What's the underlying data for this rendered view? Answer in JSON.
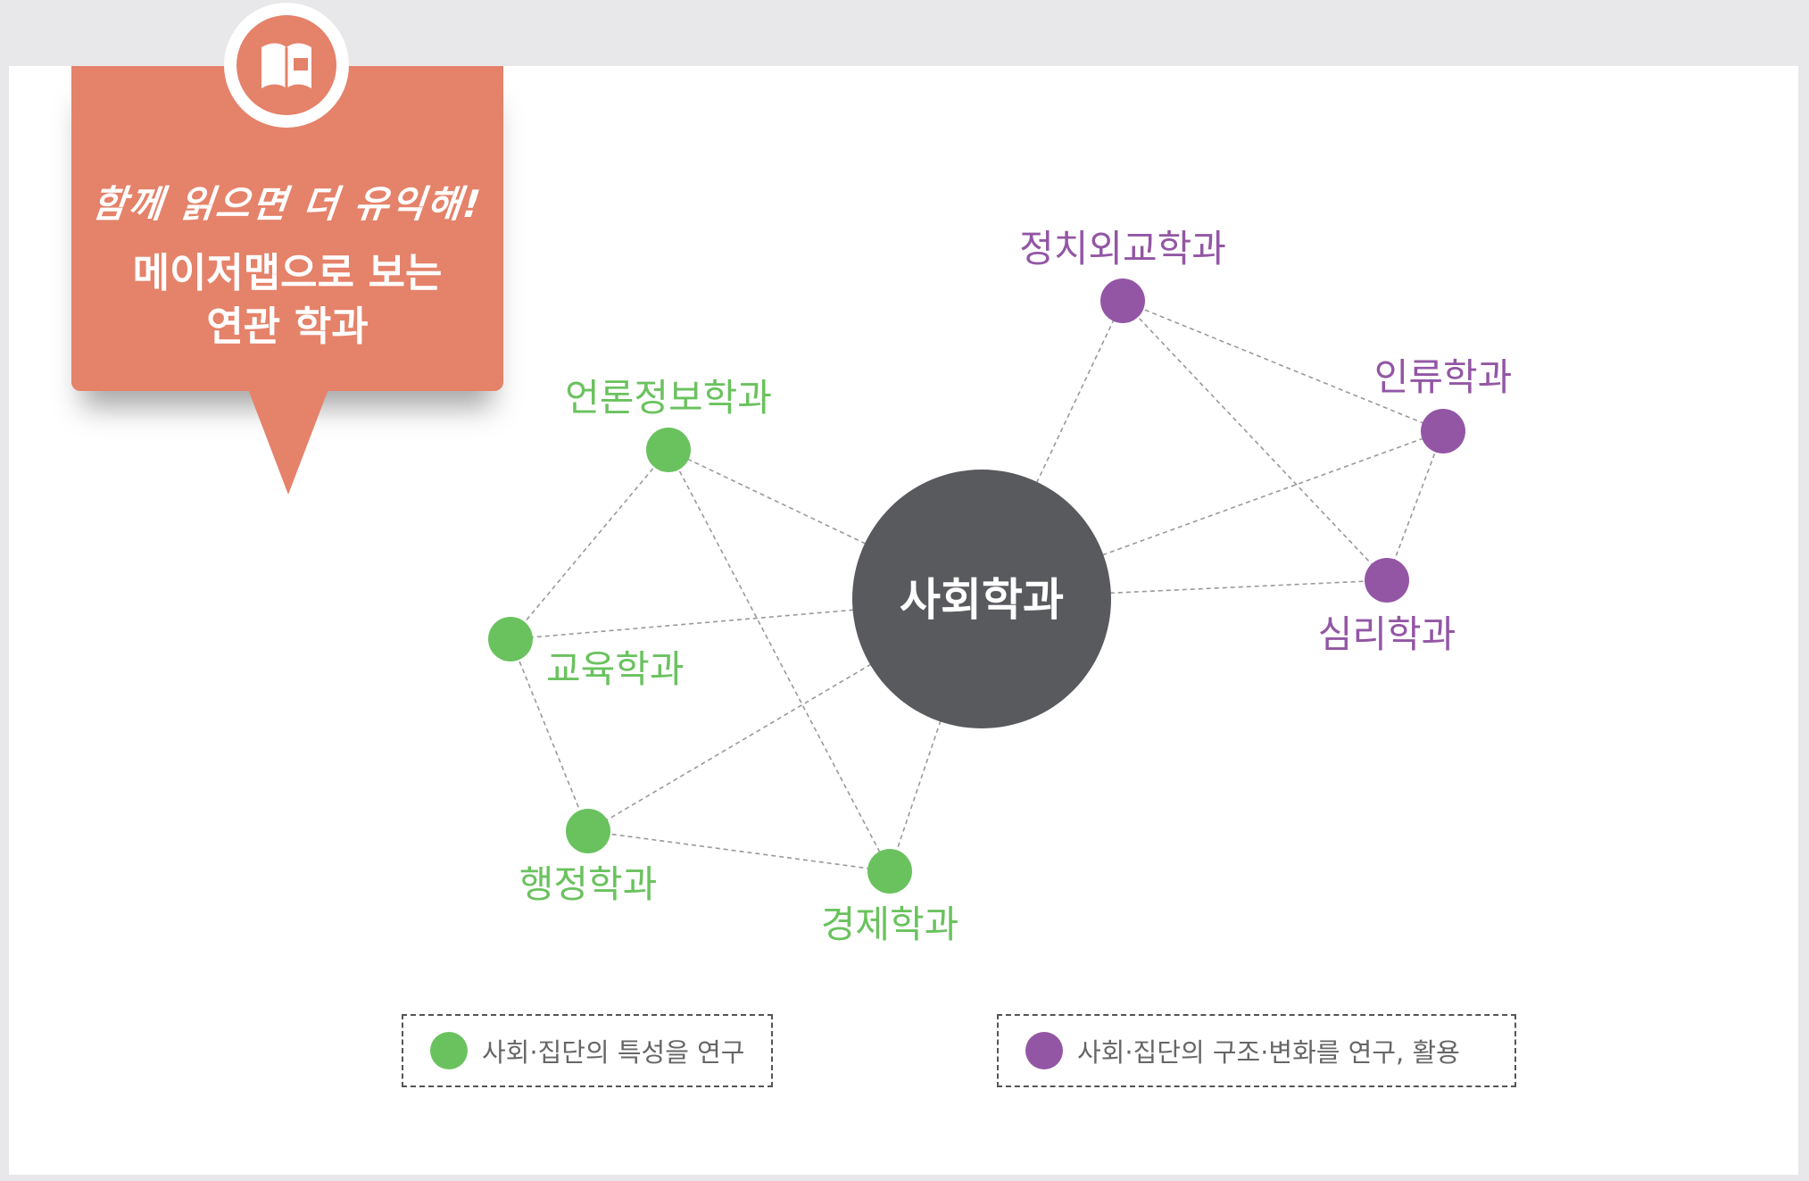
{
  "header": {
    "slogan": "함께 읽으면 더 유익해!",
    "title_line1": "메이저맵으로 보는",
    "title_line2": "연관 학과",
    "icon": "book-icon"
  },
  "colors": {
    "badge": "#e5826a",
    "center": "#595a5e",
    "green": "#6ac25e",
    "purple": "#9356a5",
    "link": "#999999"
  },
  "center": {
    "label": "사회학과"
  },
  "nodes": [
    {
      "id": "eollon",
      "label": "언론정보학과",
      "group": "green"
    },
    {
      "id": "gyoyuk",
      "label": "교육학과",
      "group": "green"
    },
    {
      "id": "haengjeong",
      "label": "행정학과",
      "group": "green"
    },
    {
      "id": "gyeongje",
      "label": "경제학과",
      "group": "green"
    },
    {
      "id": "jeongchi",
      "label": "정치외교학과",
      "group": "purple"
    },
    {
      "id": "illyu",
      "label": "인류학과",
      "group": "purple"
    },
    {
      "id": "simni",
      "label": "심리학과",
      "group": "purple"
    }
  ],
  "links": [
    [
      "center",
      "eollon"
    ],
    [
      "center",
      "gyoyuk"
    ],
    [
      "center",
      "haengjeong"
    ],
    [
      "center",
      "gyeongje"
    ],
    [
      "center",
      "jeongchi"
    ],
    [
      "center",
      "illyu"
    ],
    [
      "center",
      "simni"
    ],
    [
      "eollon",
      "gyoyuk"
    ],
    [
      "eollon",
      "gyeongje"
    ],
    [
      "gyoyuk",
      "haengjeong"
    ],
    [
      "haengjeong",
      "gyeongje"
    ],
    [
      "jeongchi",
      "illyu"
    ],
    [
      "jeongchi",
      "simni"
    ],
    [
      "illyu",
      "simni"
    ]
  ],
  "legend": [
    {
      "group": "green",
      "text": "사회·집단의 특성을 연구"
    },
    {
      "group": "purple",
      "text": "사회·집단의 구조·변화를 연구, 활용"
    }
  ]
}
